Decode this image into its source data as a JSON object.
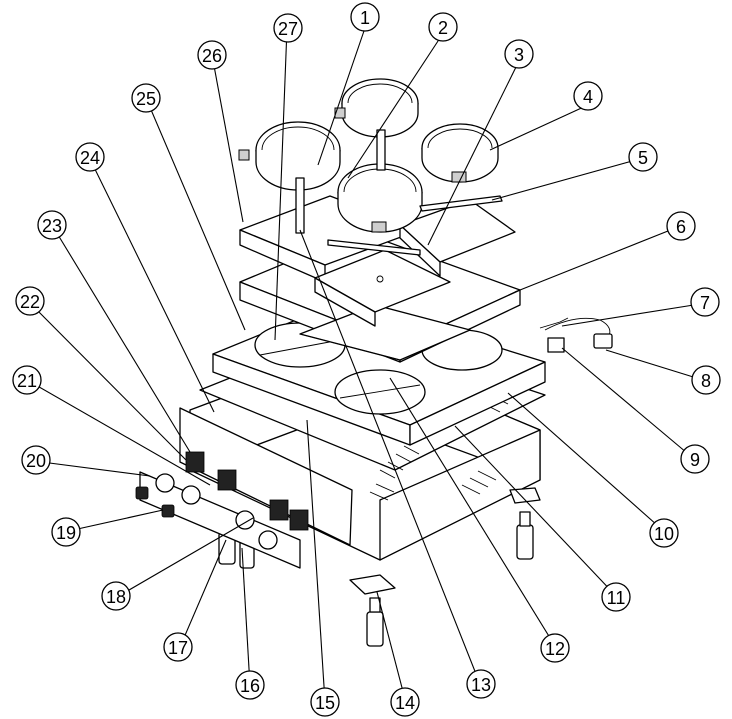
{
  "diagram": {
    "callouts": [
      {
        "label": "1"
      },
      {
        "label": "2"
      },
      {
        "label": "3"
      },
      {
        "label": "4"
      },
      {
        "label": "5"
      },
      {
        "label": "6"
      },
      {
        "label": "7"
      },
      {
        "label": "8"
      },
      {
        "label": "9"
      },
      {
        "label": "10"
      },
      {
        "label": "11"
      },
      {
        "label": "12"
      },
      {
        "label": "13"
      },
      {
        "label": "14"
      },
      {
        "label": "15"
      },
      {
        "label": "16"
      },
      {
        "label": "17"
      },
      {
        "label": "18"
      },
      {
        "label": "19"
      },
      {
        "label": "20"
      },
      {
        "label": "21"
      },
      {
        "label": "22"
      },
      {
        "label": "23"
      },
      {
        "label": "24"
      },
      {
        "label": "25"
      },
      {
        "label": "26"
      },
      {
        "label": "27"
      }
    ]
  }
}
